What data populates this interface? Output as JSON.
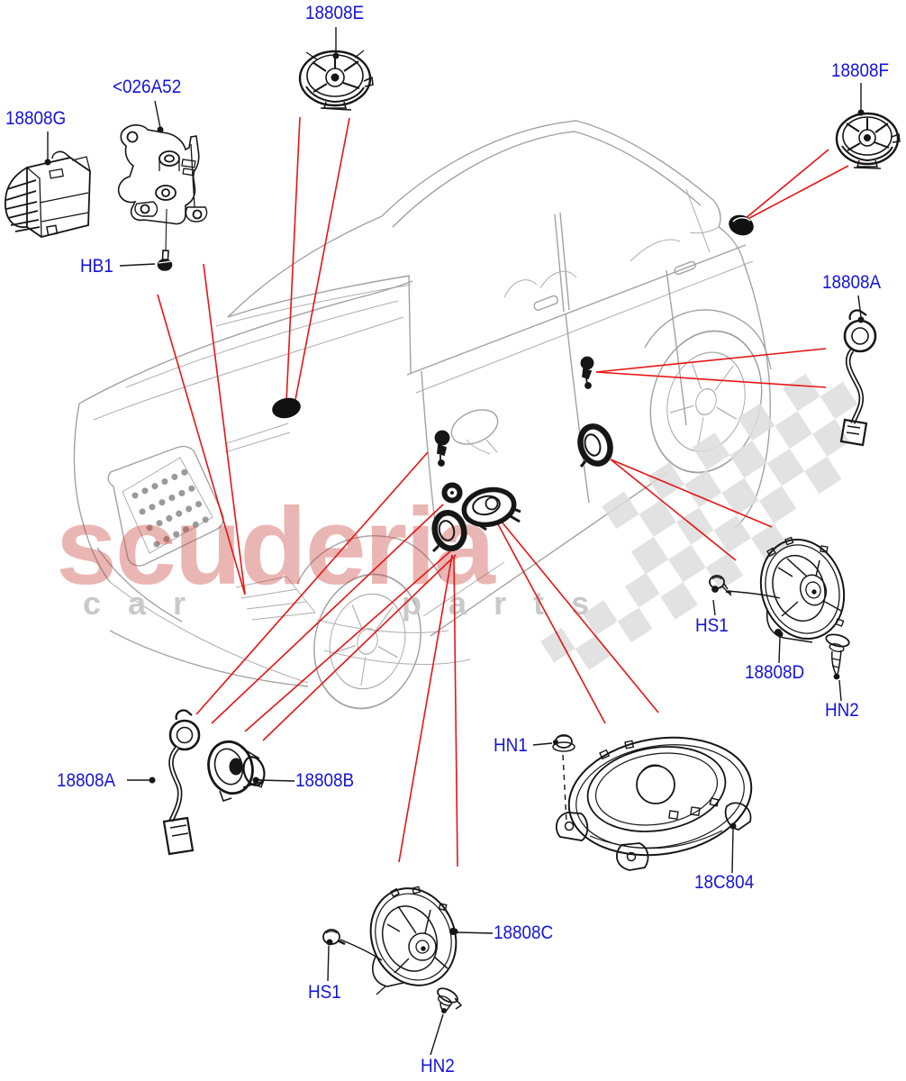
{
  "diagram": {
    "type": "vehicle-parts-diagram",
    "subject": "Speakers - audio equipment locations on SUV",
    "labels": {
      "e": "18808E",
      "f": "18808F",
      "g": "18808G",
      "bracket": "<026A52",
      "hb1": "HB1",
      "a_rear": "18808A",
      "hs1_rear": "HS1",
      "d": "18808D",
      "hn2_rear": "HN2",
      "hn1": "HN1",
      "subwoofer": "18C804",
      "c": "18808C",
      "a_front": "18808A",
      "b": "18808B",
      "hs1_front": "HS1",
      "hn2_front": "HN2"
    },
    "colors": {
      "label_blue": "#1414dd",
      "pointer_red": "#e81414",
      "part_black": "#161616",
      "car_gray": "#a2a2a2",
      "watermark_pink": "rgba(203,73,66,0.40)",
      "watermark_gray": "#c9c9c9",
      "checker_gray": "#dedede"
    }
  },
  "watermark": {
    "brand": "scuderia",
    "tagline": "car parts"
  }
}
